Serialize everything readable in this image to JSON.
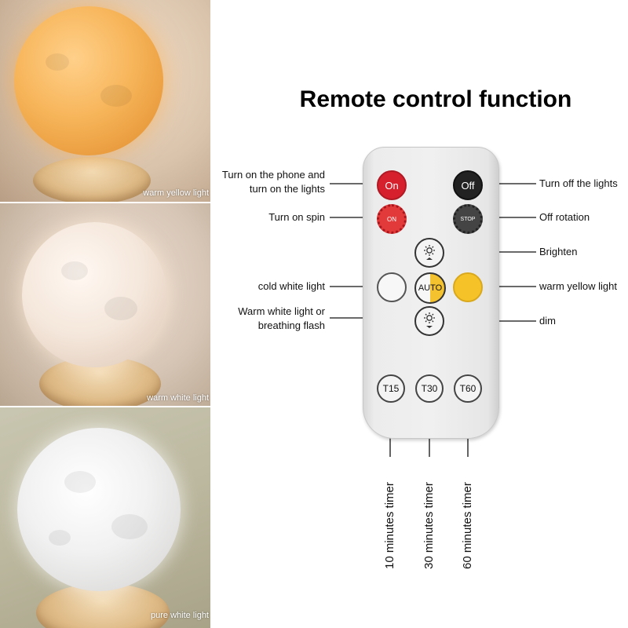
{
  "title": "Remote control function",
  "photos": [
    {
      "label": "warm yellow light"
    },
    {
      "label": "warm white light"
    },
    {
      "label": "pure white light"
    }
  ],
  "buttons": {
    "on": "On",
    "off": "Off",
    "spin_on": "ON",
    "spin_off": "STOP",
    "auto": "AUTO",
    "t15": "T15",
    "t30": "T30",
    "t60": "T60"
  },
  "labels": {
    "on_line1": "Turn on the phone and",
    "on_line2": "turn on the lights",
    "off": "Turn off the lights",
    "spin_on": "Turn on spin",
    "spin_off": "Off rotation",
    "brighten": "Brighten",
    "cold": "cold white light",
    "warm": "warm yellow light",
    "auto_line1": "Warm white light or",
    "auto_line2": "breathing flash",
    "dim": "dim",
    "t15": "10 minutes timer",
    "t30": "30 minutes timer",
    "t60": "60 minutes timer"
  },
  "colors": {
    "on_red": "#d7202d",
    "off_black": "#222222",
    "warm_yellow": "#f5c327"
  },
  "icons": {
    "brighten": "sun-up-icon",
    "dim": "sun-down-icon"
  }
}
